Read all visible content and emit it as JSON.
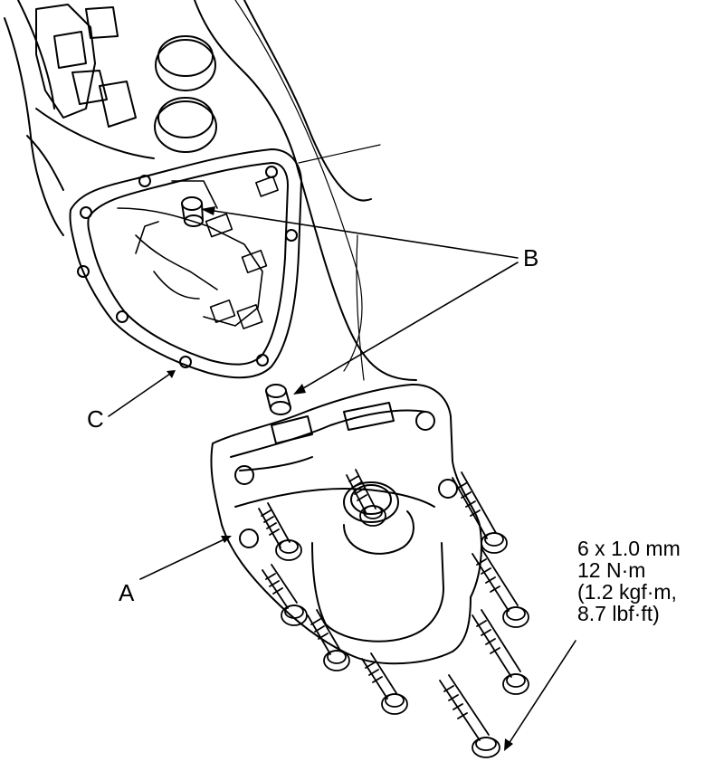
{
  "callouts": {
    "a": "A",
    "b": "B",
    "c": "C"
  },
  "spec": {
    "size": "6 x 1.0 mm",
    "torque_nm": "12 N·m",
    "torque_kgf": "(1.2 kgf·m,",
    "torque_lbf": "8.7 lbf·ft)"
  },
  "colors": {
    "line": "#000000",
    "background": "#ffffff"
  }
}
